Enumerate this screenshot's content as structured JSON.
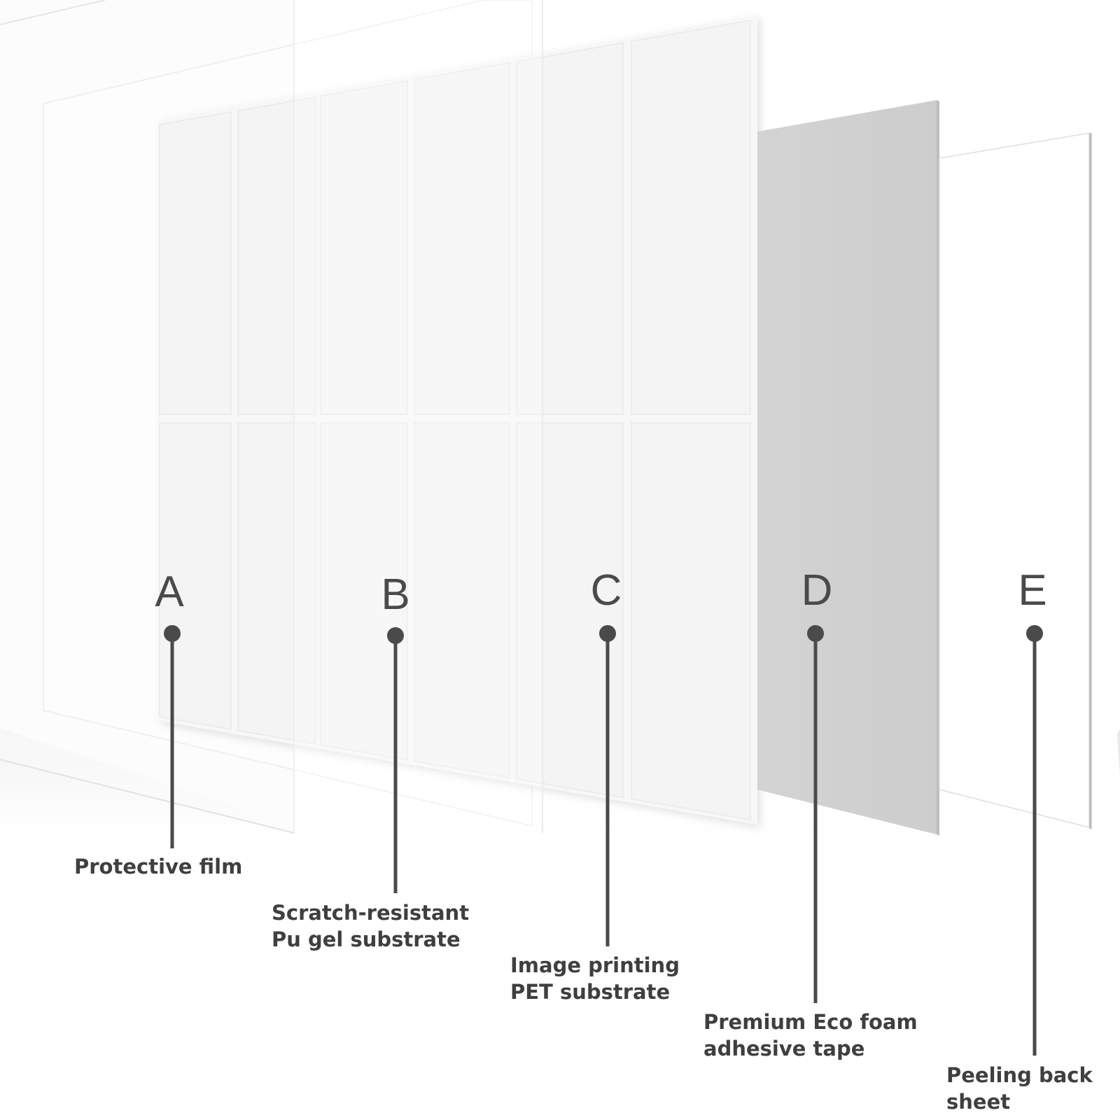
{
  "layers": [
    {
      "letter": "A",
      "caption_lines": [
        "Protective film"
      ]
    },
    {
      "letter": "B",
      "caption_lines": [
        "Scratch-resistant",
        "Pu gel substrate"
      ]
    },
    {
      "letter": "C",
      "caption_lines": [
        "Image printing",
        "PET substrate"
      ]
    },
    {
      "letter": "D",
      "caption_lines": [
        "Premium Eco foam",
        "adhesive tape"
      ]
    },
    {
      "letter": "E",
      "caption_lines": [
        "Peeling back",
        "sheet"
      ]
    }
  ],
  "colors": {
    "ink": "#4a4a4a",
    "tile": "#f4f4f4",
    "foam": "#d0d0d0",
    "film_edge": "#e6e6e6"
  }
}
